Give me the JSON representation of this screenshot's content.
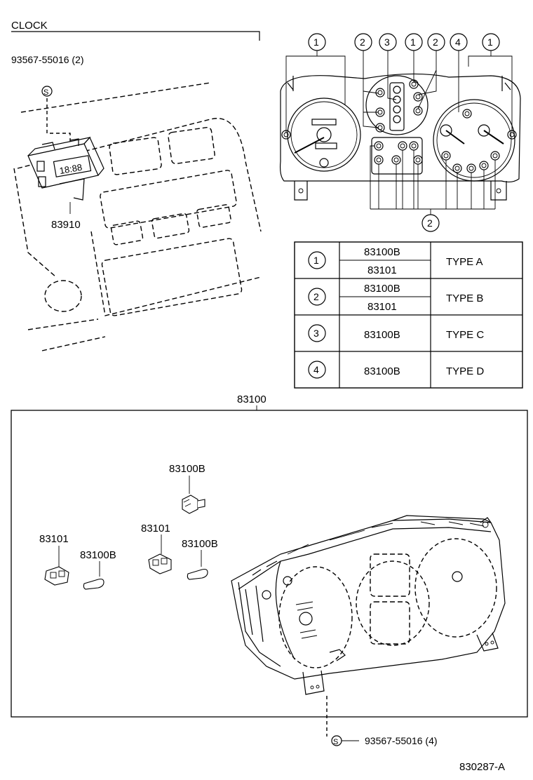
{
  "clock_section": {
    "title": "CLOCK",
    "screw_part": "93567-55016 (2)",
    "screw_symbol": "S",
    "clock_part": "83910",
    "clock_display": "18:88"
  },
  "callouts": {
    "top": [
      "1",
      "2",
      "3",
      "1",
      "2",
      "4",
      "1"
    ],
    "bottom": "2"
  },
  "type_table": {
    "rows": [
      {
        "num": "1",
        "parts": [
          "83100B",
          "83101"
        ],
        "type": "TYPE A"
      },
      {
        "num": "2",
        "parts": [
          "83100B",
          "83101"
        ],
        "type": "TYPE B"
      },
      {
        "num": "3",
        "parts": [
          "83100B"
        ],
        "type": "TYPE C"
      },
      {
        "num": "4",
        "parts": [
          "83100B"
        ],
        "type": "TYPE D"
      }
    ]
  },
  "cluster_section": {
    "assembly_part": "83100",
    "labels": {
      "bulb_center_top": "83100B",
      "socket_left": "83101",
      "bulb_left": "83100B",
      "socket_mid": "83101",
      "bulb_mid": "83100B"
    },
    "screw_part": "93567-55016 (4)",
    "screw_symbol": "S"
  },
  "figure_id": "830287-A"
}
